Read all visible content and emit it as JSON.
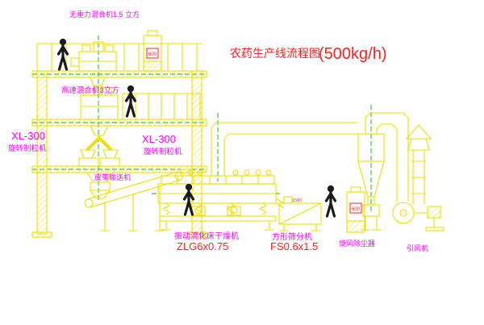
{
  "title": {
    "text": "农药生产线流程图",
    "capacity": "(500kg/h)"
  },
  "labels": {
    "gravity_mixer": "无重力混合机1.5 立方",
    "high_speed_mixer": "高速混合机3立方",
    "granulator_left_model": "XL-300",
    "granulator_left_name": "旋转制粒机",
    "granulator_right_model": "XL-300",
    "granulator_right_name": "旋转制粒机",
    "belt_conveyor": "皮带输送机",
    "dryer_name": "振动流化床干燥机",
    "dryer_model": "ZLG6x0.75",
    "sifter_name": "方形筛分机",
    "sifter_model": "FS0.6x1.5",
    "cyclone": "旋风除尘器",
    "fan": "引风机"
  },
  "readings": {
    "cabinet1": "600",
    "cabinet2": "600",
    "sifter_dimension": "1500"
  },
  "colors": {
    "line_yellow": "#ece000",
    "label_magenta": "#ff00ff",
    "label_red": "#ff2020",
    "centerline_green": "#00b400",
    "figure_black": "#1a1a1a",
    "background": "#ffffff"
  }
}
